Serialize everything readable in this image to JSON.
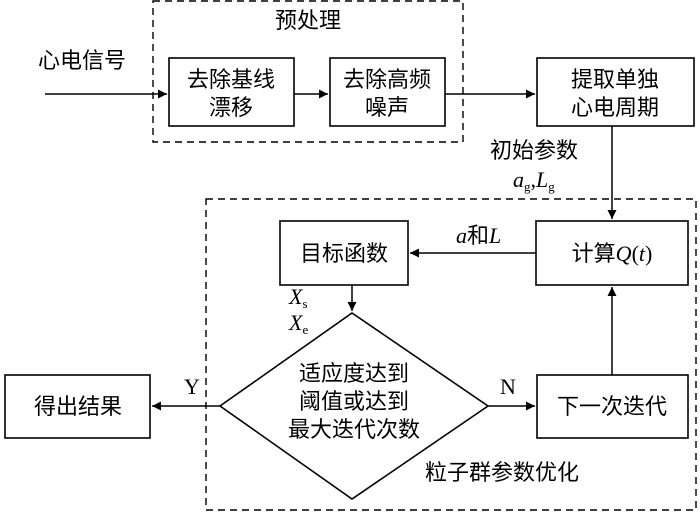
{
  "labels": {
    "input": "心电信号",
    "preprocess_group": "预处理",
    "remove_baseline_1": "去除基线",
    "remove_baseline_2": "漂移",
    "remove_hf_1": "去除高频",
    "remove_hf_2": "噪声",
    "extract_1": "提取单独",
    "extract_2": "心电周期",
    "init_params": "初始参数",
    "init_a": "a",
    "init_a_sub": "g",
    "init_comma": ",",
    "init_L": "L",
    "init_L_sub": "g",
    "compute_prefix": "计算",
    "compute_Q": "Q",
    "compute_lparen": "(",
    "compute_t": "t",
    "compute_rparen": ")",
    "aL_a": "a",
    "aL_and": "和",
    "aL_L": "L",
    "objective": "目标函数",
    "xs_X": "X",
    "xs_sub": "s",
    "xe_X": "X",
    "xe_sub": "e",
    "decision_1": "适应度达到",
    "decision_2": "阈值或达到",
    "decision_3": "最大迭代次数",
    "yes": "Y",
    "no": "N",
    "result": "得出结果",
    "next_iter": "下一次迭代",
    "pso_group": "粒子群参数优化"
  }
}
